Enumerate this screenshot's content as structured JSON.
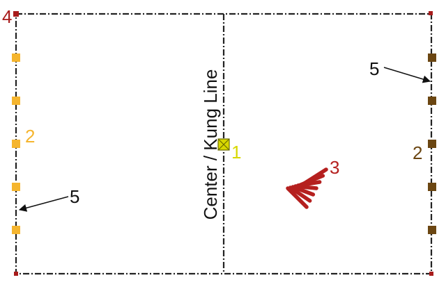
{
  "center_line_label": "Center / Kung Line",
  "callouts": {
    "center_marker": "1",
    "left_bases": "2",
    "right_bases": "2",
    "sticks": "3",
    "corner": "4",
    "right_boundary_arrow": "5",
    "left_boundary_arrow": "5"
  },
  "colors": {
    "boundary": "#222222",
    "left_team": "#f5b52e",
    "right_team": "#6b4612",
    "sticks": "#b5201f",
    "corner_marker": "#a81c1c",
    "center_marker_fill": "#d8d800",
    "center_marker_stroke": "#6b6b00",
    "arrow": "#111111"
  },
  "icons": {
    "center_marker": "crossed-square-icon",
    "base": "square-marker-icon",
    "stick": "stick-icon",
    "arrow": "arrow-icon"
  },
  "counts": {
    "bases_per_side": 5,
    "sticks": 7
  }
}
